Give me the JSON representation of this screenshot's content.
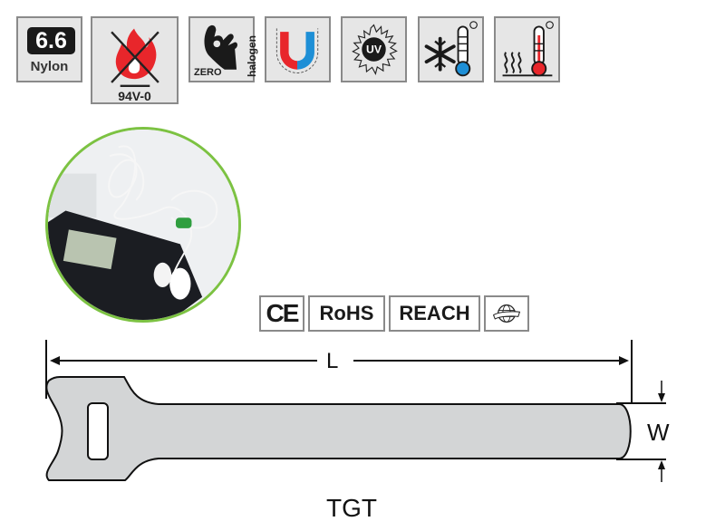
{
  "feature_icons": [
    {
      "name": "nylon-66",
      "main_text": "6.6",
      "sub_text": "Nylon"
    },
    {
      "name": "flame-retardant",
      "sub_text": "94V-0",
      "colors": {
        "flame": "#e8262b"
      }
    },
    {
      "name": "zero-halogen",
      "text_bottom": "ZERO",
      "text_side": "halogen"
    },
    {
      "name": "non-magnetic",
      "colors": {
        "left": "#e8262b",
        "right": "#1e8fd6"
      }
    },
    {
      "name": "uv-resistant",
      "text": "UV"
    },
    {
      "name": "cold-resistant",
      "colors": {
        "bulb": "#1e8fd6"
      }
    },
    {
      "name": "heat-resistant",
      "colors": {
        "bulb": "#e8262b"
      }
    }
  ],
  "photo": {
    "description": "earphone cable bundled with green hook-and-loop tie on phone",
    "border_color": "#7cc242"
  },
  "certifications": [
    {
      "name": "ce",
      "label": "CE"
    },
    {
      "name": "rohs",
      "label": "RoHS"
    },
    {
      "name": "reach",
      "label": "REACH"
    },
    {
      "name": "iso-globe",
      "label": ""
    }
  ],
  "diagram": {
    "length_label": "L",
    "width_label": "W",
    "model_label": "TGT",
    "strap_color": "#d3d5d6"
  }
}
